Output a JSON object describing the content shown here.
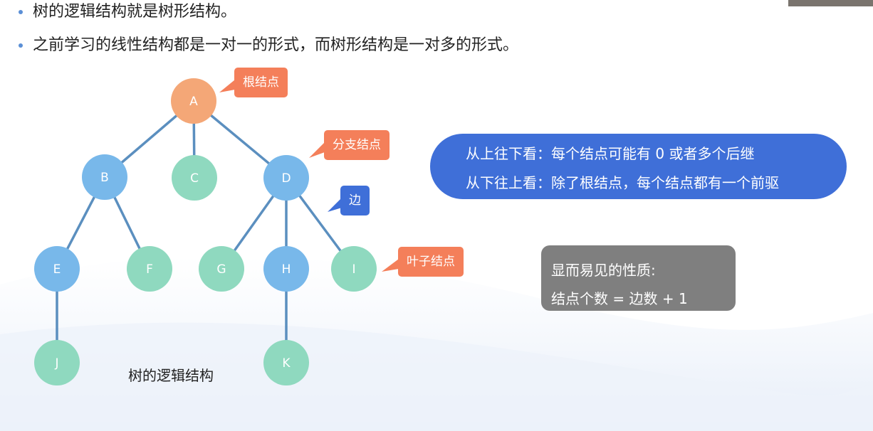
{
  "bullets": [
    "树的逻辑结构就是树形结构。",
    "之前学习的线性结构都是一对一的形式，而树形结构是一对多的形式。"
  ],
  "tree": {
    "nodes": [
      {
        "id": "A",
        "label": "A",
        "kind": "root"
      },
      {
        "id": "B",
        "label": "B",
        "kind": "branch"
      },
      {
        "id": "C",
        "label": "C",
        "kind": "leaf"
      },
      {
        "id": "D",
        "label": "D",
        "kind": "branch"
      },
      {
        "id": "E",
        "label": "E",
        "kind": "branch"
      },
      {
        "id": "F",
        "label": "F",
        "kind": "leaf"
      },
      {
        "id": "G",
        "label": "G",
        "kind": "leaf"
      },
      {
        "id": "H",
        "label": "H",
        "kind": "branch"
      },
      {
        "id": "I",
        "label": "I",
        "kind": "leaf"
      },
      {
        "id": "J",
        "label": "J",
        "kind": "leaf"
      },
      {
        "id": "K",
        "label": "K",
        "kind": "leaf"
      }
    ],
    "edges": [
      [
        "A",
        "B"
      ],
      [
        "A",
        "C"
      ],
      [
        "A",
        "D"
      ],
      [
        "B",
        "E"
      ],
      [
        "B",
        "F"
      ],
      [
        "D",
        "G"
      ],
      [
        "D",
        "H"
      ],
      [
        "D",
        "I"
      ],
      [
        "E",
        "J"
      ],
      [
        "H",
        "K"
      ]
    ],
    "colors": {
      "root": "#f4a777",
      "branch": "#78b8ea",
      "leaf": "#8fd9bf",
      "edge": "#5b8fbf",
      "node_text": "#ffffff"
    }
  },
  "callouts": {
    "root": "根结点",
    "branch": "分支结点",
    "edge": "边",
    "leaf": "叶子结点"
  },
  "info_blue": {
    "line1": "从上往下看：每个结点可能有 0 或者多个后继",
    "line2": "从下往上看：除了根结点，每个结点都有一个前驱"
  },
  "info_gray": {
    "line1": "显而易见的性质:",
    "line2": "结点个数 = 边数 + 1"
  },
  "caption": "树的逻辑结构"
}
